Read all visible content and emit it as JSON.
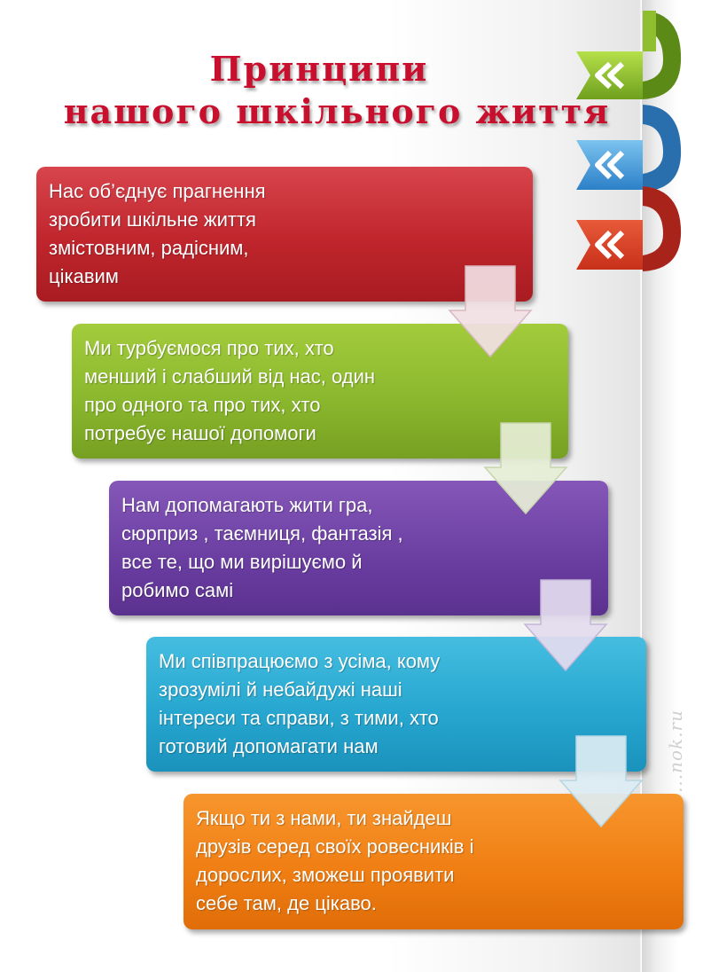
{
  "title": {
    "line1": "Принципи",
    "line2": "нашого шкільного життя"
  },
  "steps": [
    {
      "lines": [
        "Нас об’єднує прагнення",
        "зробити шкільне життя",
        "змістовним, радісним,",
        "цікавим"
      ],
      "color": "#c0252c"
    },
    {
      "lines": [
        "Ми турбуємося про тих, хто",
        "менший і слабший від нас, один",
        "про одного та про тих, хто",
        "потребує нашої допомоги"
      ],
      "color": "#8bb82e"
    },
    {
      "lines": [
        "Нам допомагають жити гра,",
        "сюрприз , таємниця, фантазія ,",
        "все те, що ми вирішуємо й",
        "робимо самі"
      ],
      "color": "#6c3fa3"
    },
    {
      "lines": [
        "Ми співпрацюємо з усіма, кому",
        "зрозумілі й небайдужі наші",
        "інтереси та справи, з тими, хто",
        "готовий допомагати нам"
      ],
      "color": "#27a7d0"
    },
    {
      "lines": [
        "Якщо ти з нами, ти знайдеш",
        "друзів серед своїх ровесників і",
        "дорослих, зможеш проявити",
        "себе там, де цікаво."
      ],
      "color": "#f07f14"
    }
  ],
  "watermark": "...nok.ru",
  "icons": [
    "down-arrow-icon",
    "chevron-left-icon",
    "ribbon-decoration"
  ]
}
